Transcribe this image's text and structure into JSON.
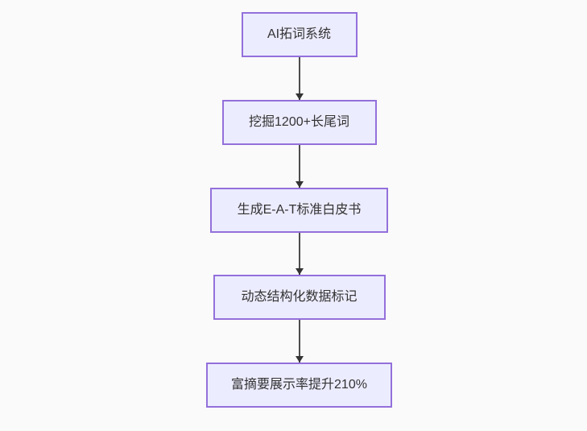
{
  "diagram": {
    "type": "flowchart",
    "direction": "top-down",
    "nodes": [
      {
        "id": "A",
        "label": "AI拓词系统"
      },
      {
        "id": "B",
        "label": "挖掘1200+长尾词"
      },
      {
        "id": "C",
        "label": "生成E-A-T标准白皮书"
      },
      {
        "id": "D",
        "label": "动态结构化数据标记"
      },
      {
        "id": "E",
        "label": "富摘要展示率提升210%"
      }
    ],
    "edges": [
      {
        "from": "A",
        "to": "B",
        "label": ""
      },
      {
        "from": "B",
        "to": "C",
        "label": ""
      },
      {
        "from": "C",
        "to": "D",
        "label": ""
      },
      {
        "from": "D",
        "to": "E",
        "label": ""
      }
    ],
    "colors": {
      "background": "#fafafa",
      "node_fill": "#ececff",
      "node_border": "#9370db",
      "text": "#333333",
      "arrow": "#333333"
    }
  }
}
